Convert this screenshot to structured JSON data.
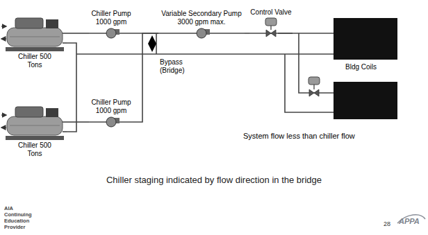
{
  "diagram": {
    "caption": "Chiller staging indicated by flow direction in the bridge",
    "nodes": [
      {
        "text": [
          "Chiller 500 Tons"
        ]
      },
      {
        "text": [
          "Chiller 500 Tons"
        ]
      },
      {
        "text": [
          "Chiller Pump 1000 gpm"
        ]
      },
      {
        "text": [
          "Chiller Pump 1000 gpm"
        ]
      },
      {
        "text": [
          "Variable Secondary Pump 3000 gpm max."
        ]
      },
      {
        "text": [
          "Control Valve"
        ]
      }
    ],
    "edges": [
      {
        "from": 0,
        "to": 2,
        "arrow": "none"
      },
      {
        "from": 1,
        "to": 3,
        "arrow": "none"
      },
      {
        "from": 2,
        "to": 4,
        "arrow": "none"
      },
      {
        "from": 3,
        "to": 4,
        "arrow": "none"
      },
      {
        "from": 4,
        "to": 5,
        "arrow": "none"
      }
    ],
    "labels": [
      "Bypass (Bridge)",
      "Bldg Coils",
      "System flow less than chiller flow",
      "AIA Continuing Education Provider",
      "28",
      "APPA"
    ]
  }
}
